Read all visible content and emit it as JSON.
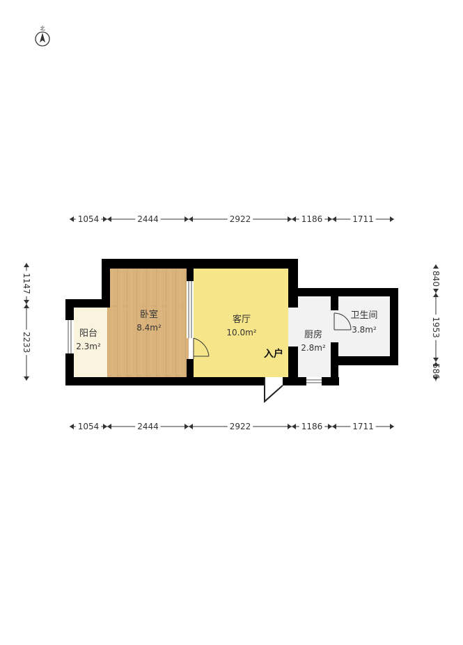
{
  "compass": {
    "north_label": "北",
    "icon": "compass-icon"
  },
  "rooms": {
    "bedroom": {
      "name": "卧室",
      "area": "8.4m²"
    },
    "living": {
      "name": "客厅",
      "area": "10.0m²"
    },
    "balcony": {
      "name": "阳台",
      "area": "2.3m²"
    },
    "kitchen": {
      "name": "厨房",
      "area": "2.8m²"
    },
    "bathroom": {
      "name": "卫生间",
      "area": "3.8m²"
    }
  },
  "entry_label": "入户",
  "dimensions": {
    "top": [
      "1054",
      "2444",
      "2922",
      "1186",
      "1711"
    ],
    "bottom": [
      "1054",
      "2444",
      "2922",
      "1186",
      "1711"
    ],
    "left": [
      "1147",
      "2233"
    ],
    "right": [
      "840",
      "1953",
      "586"
    ]
  },
  "colors": {
    "wall": "#000000",
    "bedroom_floor": "#d9b27c",
    "living_floor": "#f7e58a",
    "balcony_floor": "#faf3dd",
    "wet_floor": "#f2f2f2"
  }
}
